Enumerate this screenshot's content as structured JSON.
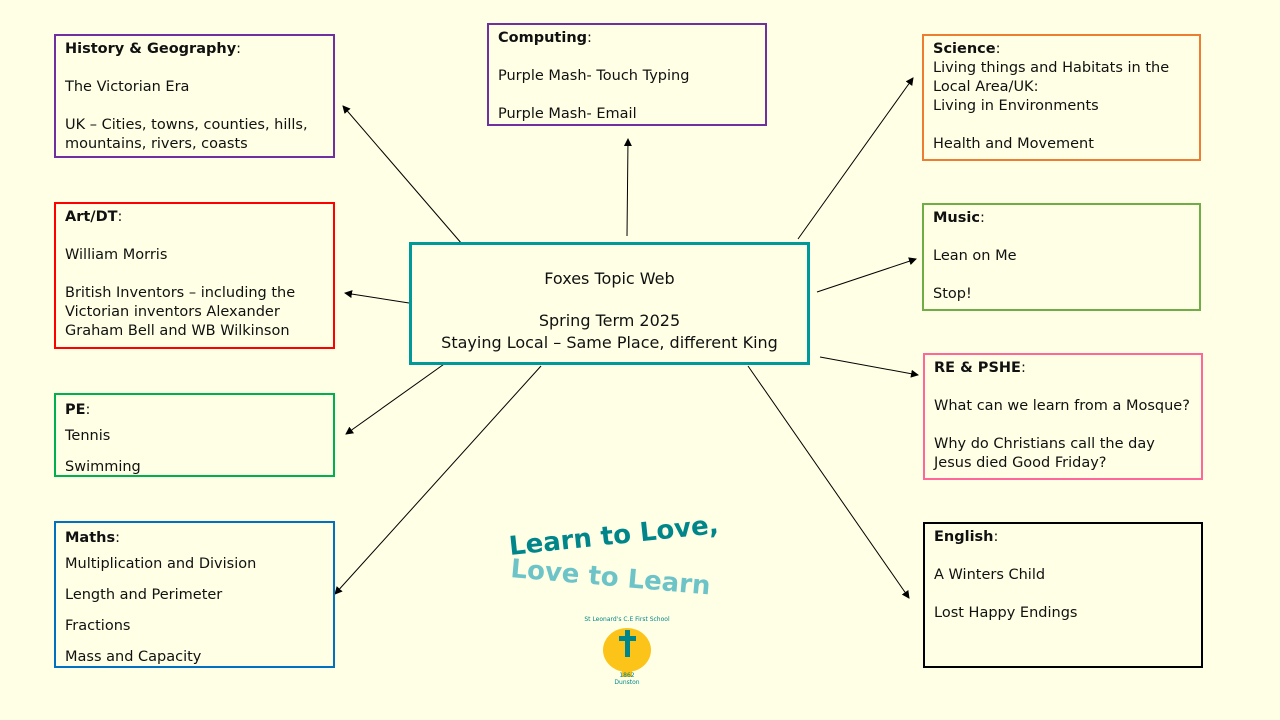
{
  "center": {
    "lines": [
      "Foxes Topic Web",
      "",
      "Spring Term 2025",
      "Staying Local – Same Place, different King"
    ],
    "color": "#00999a"
  },
  "boxes": [
    {
      "id": "history",
      "title": "History & Geography",
      "lines": [
        "",
        "The Victorian Era",
        "",
        "UK – Cities, towns, counties, hills,",
        "mountains, rivers, coasts"
      ],
      "color": "#7030a0"
    },
    {
      "id": "computing",
      "title": "Computing",
      "lines": [
        "",
        "Purple Mash- Touch Typing",
        "",
        "Purple Mash- Email"
      ],
      "color": "#7030a0"
    },
    {
      "id": "science",
      "title": "Science",
      "lines": [
        "Living things and Habitats in the",
        "Local Area/UK:",
        "Living in Environments",
        "",
        "Health and Movement"
      ],
      "color": "#ed7d31"
    },
    {
      "id": "art",
      "title": "Art/DT",
      "lines": [
        "",
        "William Morris",
        "",
        "British Inventors – including the",
        "Victorian inventors Alexander",
        "Graham Bell and WB Wilkinson"
      ],
      "color": "#ff0000"
    },
    {
      "id": "music",
      "title": "Music",
      "lines": [
        "",
        "Lean on Me",
        "",
        "Stop!"
      ],
      "color": "#70ad47"
    },
    {
      "id": "pe",
      "title": "PE",
      "lines": [
        "Tennis",
        "Swimming"
      ],
      "color": "#00b050"
    },
    {
      "id": "re",
      "title": "RE & PSHE",
      "lines": [
        "",
        "What can we learn from a Mosque?",
        "",
        "Why do Christians call the day",
        "Jesus died Good Friday?"
      ],
      "color": "#ff6699"
    },
    {
      "id": "maths",
      "title": "Maths",
      "lines": [
        "Multiplication and Division",
        "Length and Perimeter",
        "Fractions",
        "Mass and Capacity"
      ],
      "color": "#0070c0"
    },
    {
      "id": "english",
      "title": "English",
      "lines": [
        "",
        "A Winters Child",
        "",
        "Lost Happy Endings"
      ],
      "color": "#000000"
    }
  ],
  "logo": {
    "motto_line1": "Learn to Love,",
    "motto_line2": "Love to Learn",
    "school": "St Leonard's C.E First School",
    "year": "1862",
    "place": "Dunston"
  }
}
